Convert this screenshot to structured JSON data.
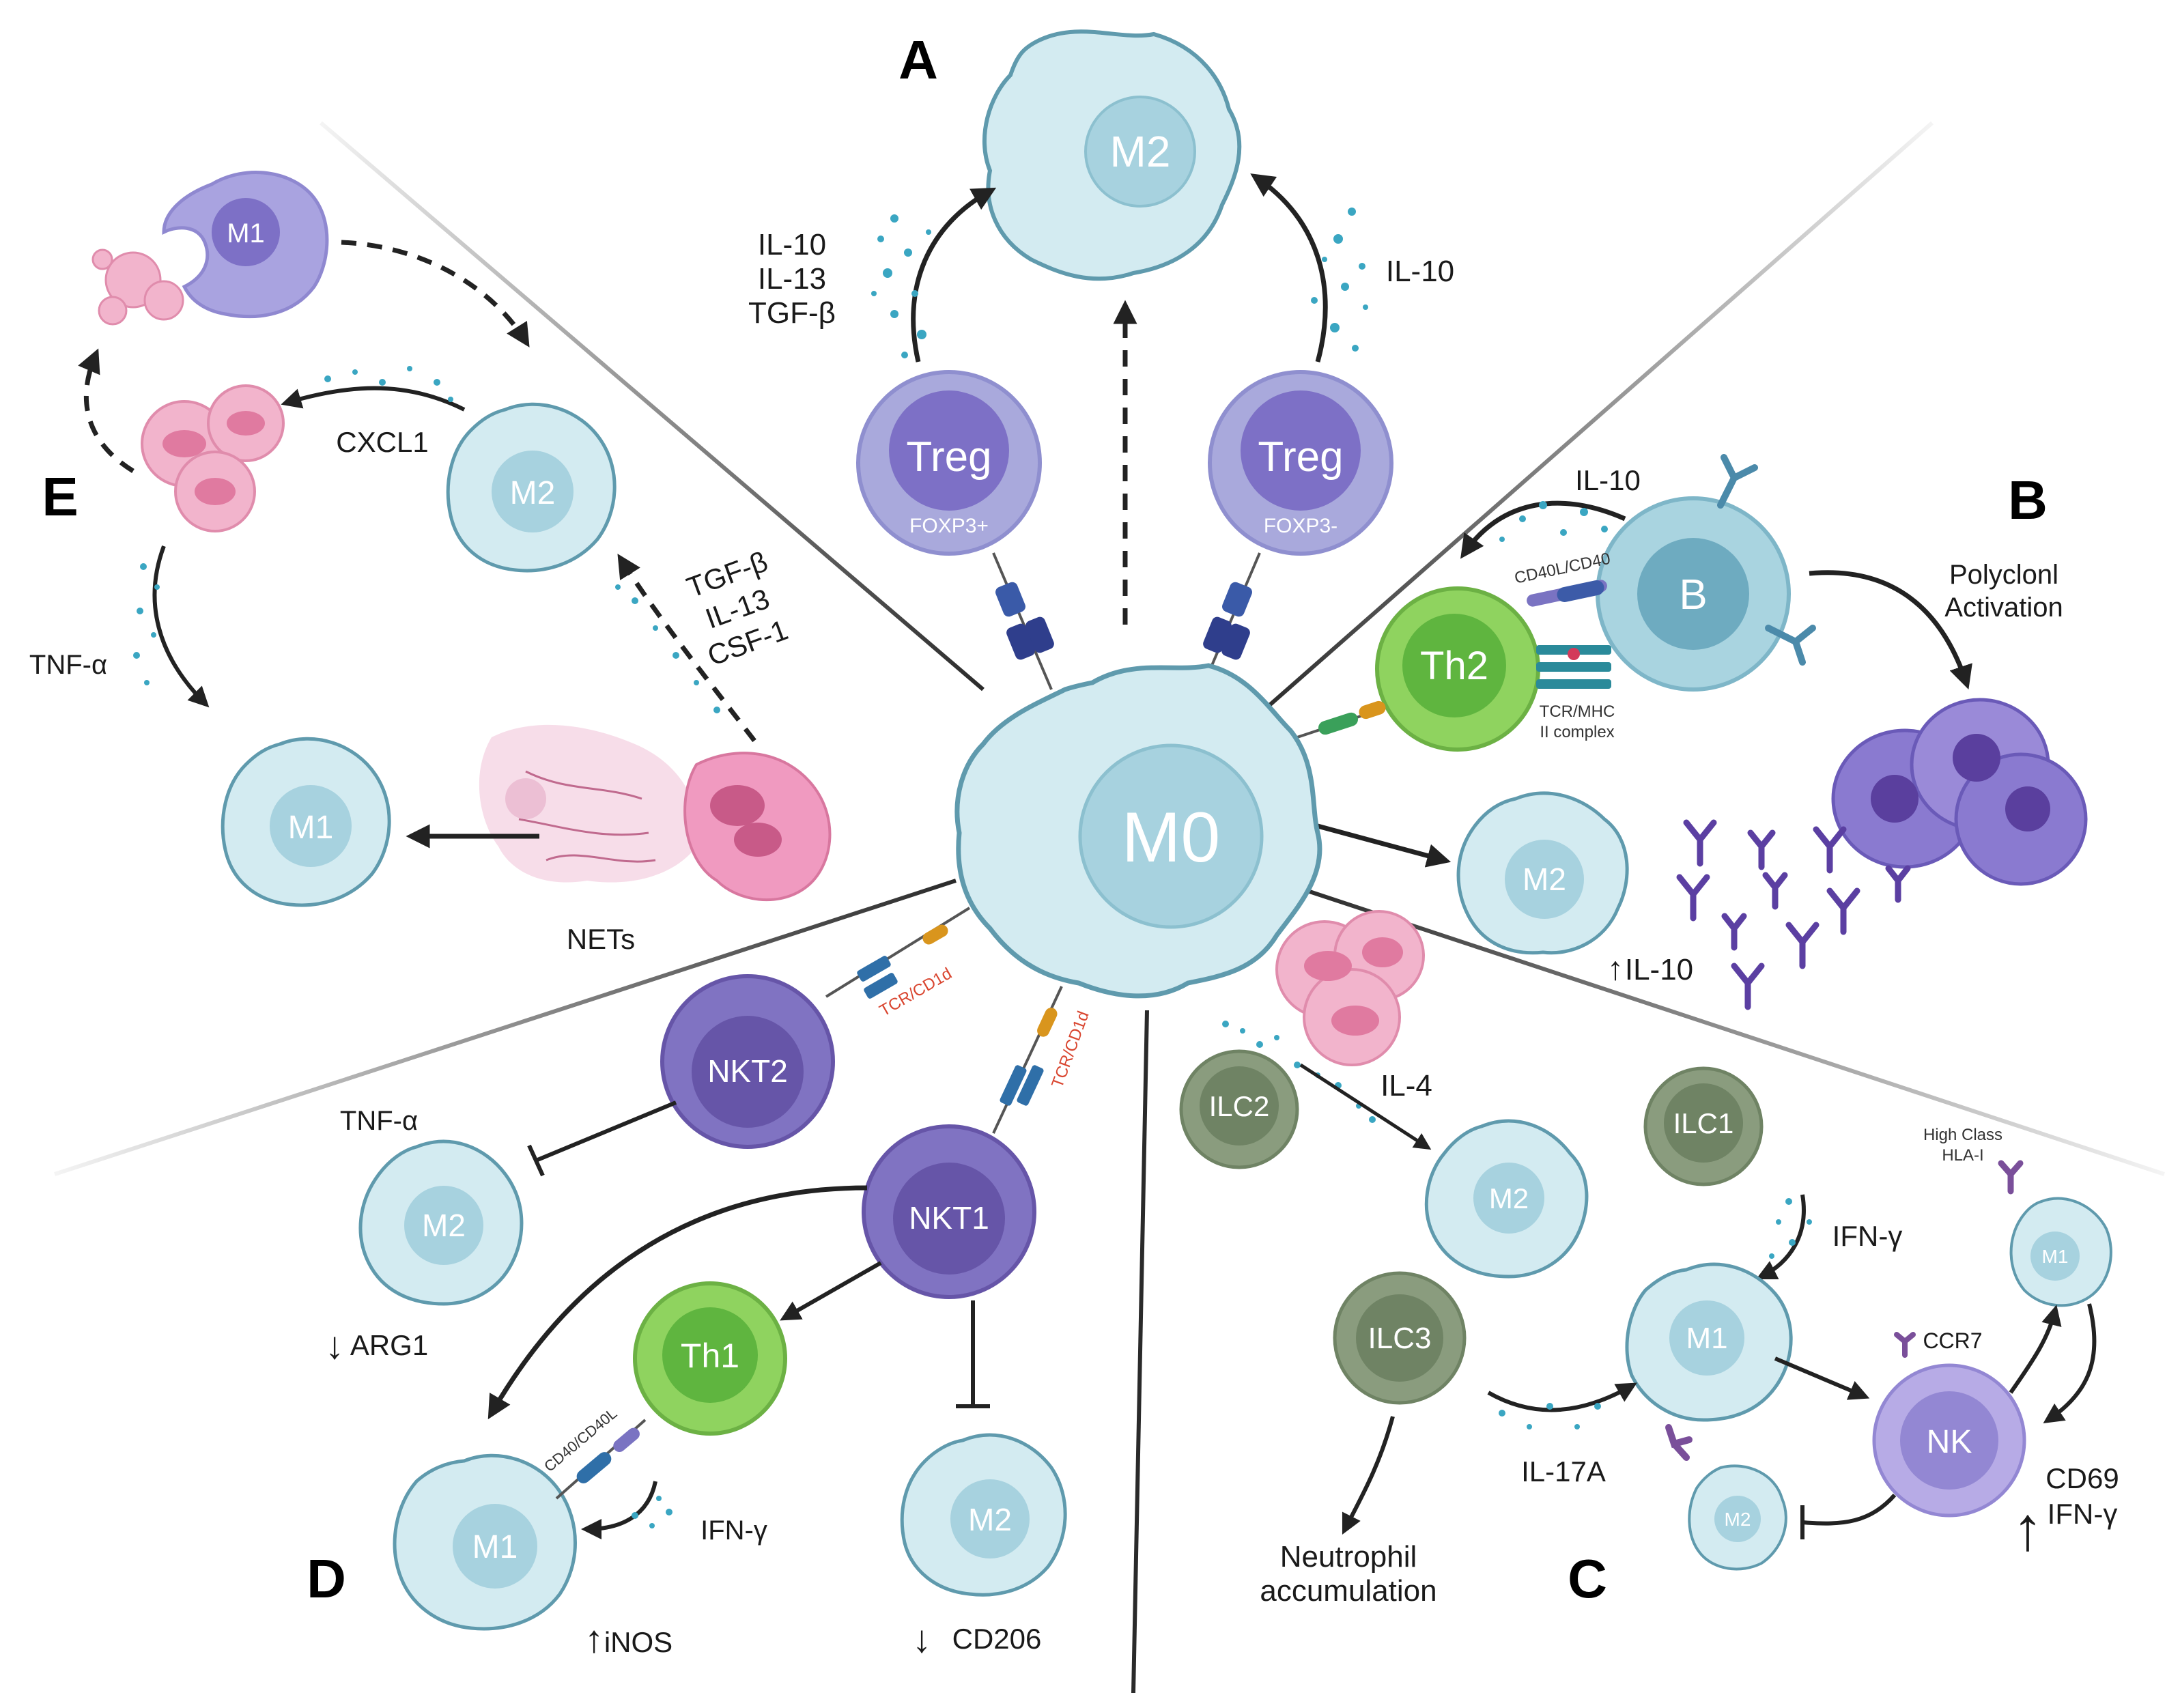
{
  "panels": {
    "A": "A",
    "B": "B",
    "C": "C",
    "D": "D",
    "E": "E"
  },
  "cells": {
    "center": "M0",
    "a_m2": "M2",
    "treg": "Treg",
    "foxp3_pos": "FOXP3+",
    "foxp3_neg": "FOXP3-",
    "th2": "Th2",
    "b": "B",
    "b_m2": "M2",
    "nkt2": "NKT2",
    "nkt1": "NKT1",
    "th1": "Th1",
    "d_m2": "M2",
    "d_m1": "M1",
    "d_m2_low": "M2",
    "ilc2": "ILC2",
    "ilc1": "ILC1",
    "ilc3": "ILC3",
    "c_m2": "M2",
    "c_m1": "M1",
    "c_m1_small": "M1",
    "nk": "NK",
    "c_m2_small": "M2",
    "e_m1_top": "M1",
    "e_m2": "M2",
    "e_m1": "M1"
  },
  "labels": {
    "a_left": [
      "IL-10",
      "IL-13",
      "TGF-β"
    ],
    "a_right": "IL-10",
    "b_il10": "IL-10",
    "cd40l_cd40": "CD40L/CD40",
    "tcr_mhc": [
      "TCR/MHC",
      "II complex"
    ],
    "polyclonal": [
      "Polyclonl",
      "Activation"
    ],
    "b_up_il10": "IL-10",
    "il4": "IL-4",
    "ifn_c": "IFN-γ",
    "high_class": [
      "High Class",
      "HLA-I"
    ],
    "ccr7": "CCR7",
    "cd69_ifn": [
      "CD69",
      "IFN-γ"
    ],
    "il17a": "IL-17A",
    "neutrophil": [
      "Neutrophil",
      "accumulation"
    ],
    "tcr_cd1d_1": "TCR/CD1d",
    "tcr_cd1d_2": "TCR/CD1d",
    "tnf_d": "TNF-α",
    "arg1": "ARG1",
    "cd40_cd40l": "CD40/CD40L",
    "ifn_d": "IFN-γ",
    "inos": "iNOS",
    "cd206": "CD206",
    "cxcl1": "CXCL1",
    "tnf_e": "TNF-α",
    "e_right": [
      "TGF-β",
      "IL-13",
      "CSF-1"
    ],
    "nets": "NETs"
  },
  "colors": {
    "macrophage": "#d3ebf1",
    "macrophage_outline": "#5f9aad",
    "macrophage_nucleus": "#a7d2df",
    "treg": "#a9a9dc",
    "treg_nucleus": "#7d70c6",
    "th": "#8fd35f",
    "th_nucleus": "#5fb53f",
    "b_cell": "#a9d4e0",
    "b_nucleus": "#6eabc0",
    "nkt": "#8073c2",
    "nkt_nucleus": "#6655a8",
    "ilc": "#8a9c7e",
    "ilc_nucleus": "#6f8364",
    "nk": "#b7abe6",
    "nk_nucleus": "#9387d3",
    "neutrophil": "#f2b4cc",
    "receptor": "#2f4a8f",
    "arrow": "#222222",
    "divider": "#2a2a2a"
  }
}
